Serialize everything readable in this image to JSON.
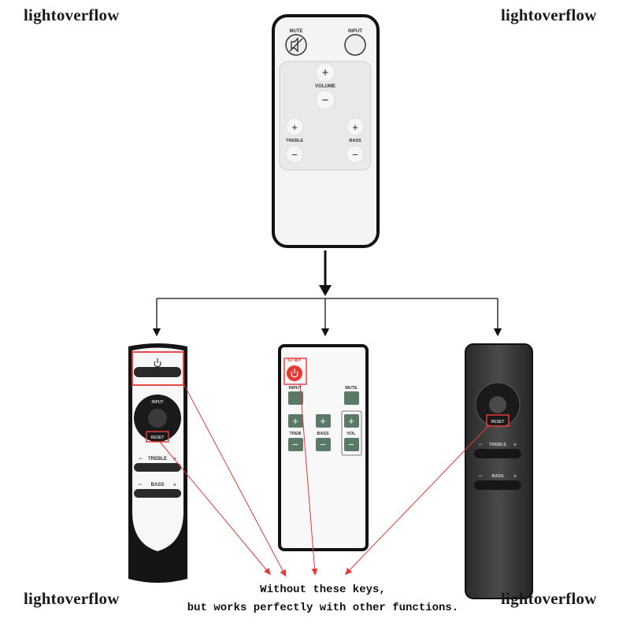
{
  "watermarks": {
    "top_left": "lightoverflow",
    "top_right": "lightoverflow",
    "bottom_left": "lightoverflow",
    "bottom_right": "lightoverflow"
  },
  "top_remote": {
    "mute": "MUTE",
    "input": "INPUT",
    "volume": "VOLUME",
    "treble": "TREBLE",
    "bass": "BASS",
    "plus": "+",
    "minus": "−"
  },
  "left_remote": {
    "input": "INPUT",
    "reset": "RESET",
    "treble": "TREBLE",
    "bass": "BASS",
    "plus": "+",
    "minus": "−"
  },
  "middle_remote": {
    "standby": "ST-BY",
    "input": "INPUT",
    "mute": "MUTE",
    "treble": "TREB",
    "bass": "BASS",
    "volume": "VOL",
    "plus": "+",
    "minus": "−"
  },
  "right_remote": {
    "reset": "RESET",
    "treble": "TREBLE",
    "bass": "BASS",
    "plus": "+",
    "minus": "−"
  },
  "caption": {
    "line1": "Without these keys,",
    "line2": "but works perfectly with other functions."
  },
  "colors": {
    "highlight": "#e53935",
    "dark_remote": "#2e2e2e",
    "button_green": "#5a7a65"
  }
}
